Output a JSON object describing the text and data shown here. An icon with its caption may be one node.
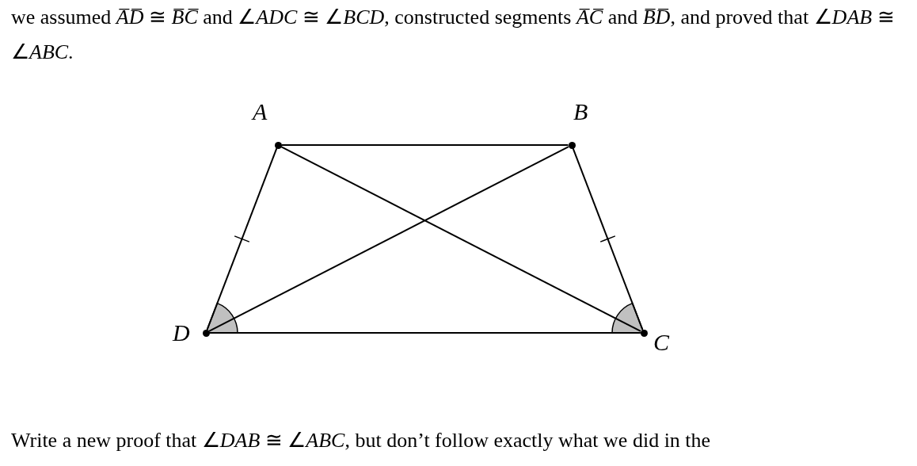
{
  "diagram": {
    "nodes": [
      {
        "text": [
          "A"
        ]
      },
      {
        "text": [
          "B"
        ]
      },
      {
        "text": [
          "D"
        ]
      },
      {
        "text": [
          "C"
        ]
      }
    ],
    "edges": [
      {
        "from": 0,
        "to": 1,
        "arrow": "none"
      },
      {
        "from": 0,
        "to": 2,
        "arrow": "none"
      },
      {
        "from": 1,
        "to": 3,
        "arrow": "none"
      },
      {
        "from": 2,
        "to": 3,
        "arrow": "none"
      },
      {
        "from": 0,
        "to": 3,
        "arrow": "none"
      },
      {
        "from": 1,
        "to": 2,
        "arrow": "none"
      }
    ],
    "labels": [
      "we assumed *A̅D̅* ≅ *B̅C̅* and ∠*ADC* ≅ ∠*BCD*, constructed segments *A̅C̅* and *B̅D̅*, and proved that ∠*DAB* ≅ ∠*ABC*.",
      "Write a new proof that ∠*DAB* ≅ ∠*ABC*, but don’t follow exactly what we did in the"
    ]
  }
}
